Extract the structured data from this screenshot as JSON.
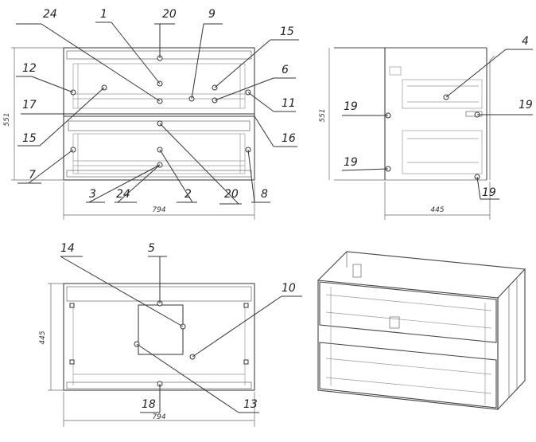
{
  "labels": {
    "l24a": "24",
    "l1": "1",
    "l20a": "20",
    "l9": "9",
    "l15a": "15",
    "l12": "12",
    "l6": "6",
    "l17": "17",
    "l11": "11",
    "l15b": "15",
    "l16": "16",
    "l7": "7",
    "l3": "3",
    "l24b": "24",
    "l2": "2",
    "l20b": "20",
    "l8": "8",
    "l4": "4",
    "l19a": "19",
    "l19b": "19",
    "l19c": "19",
    "l19d": "19",
    "l14": "14",
    "l5": "5",
    "l10": "10",
    "l18": "18",
    "l13": "13"
  },
  "dimensions": {
    "front_height": "551",
    "front_width": "794",
    "side_height": "551",
    "side_depth": "445",
    "top_depth": "445",
    "top_width": "794"
  }
}
